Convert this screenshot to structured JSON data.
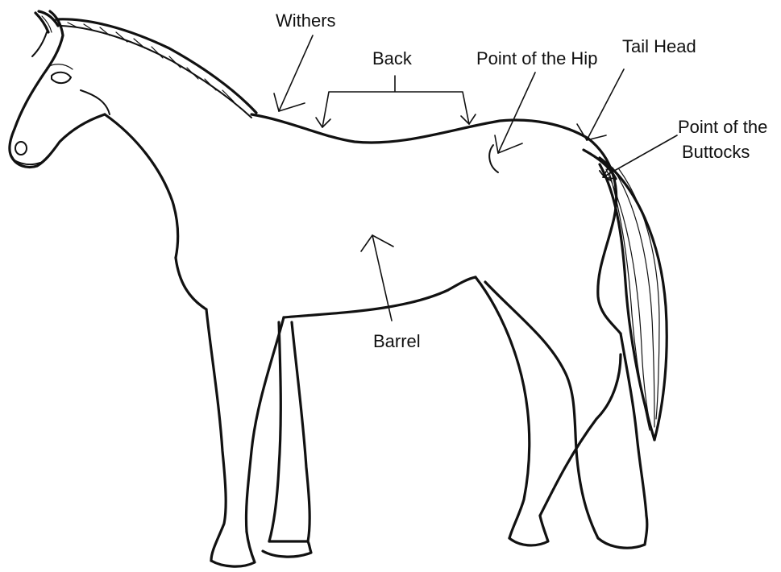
{
  "colors": {
    "ink": "#111111",
    "background": "#ffffff"
  },
  "labels": {
    "withers": "Withers",
    "back": "Back",
    "point_of_hip": "Point of the Hip",
    "tail_head": "Tail Head",
    "point_of_buttocks_line1": "Point of the",
    "point_of_buttocks_line2": "Buttocks",
    "barrel": "Barrel"
  }
}
